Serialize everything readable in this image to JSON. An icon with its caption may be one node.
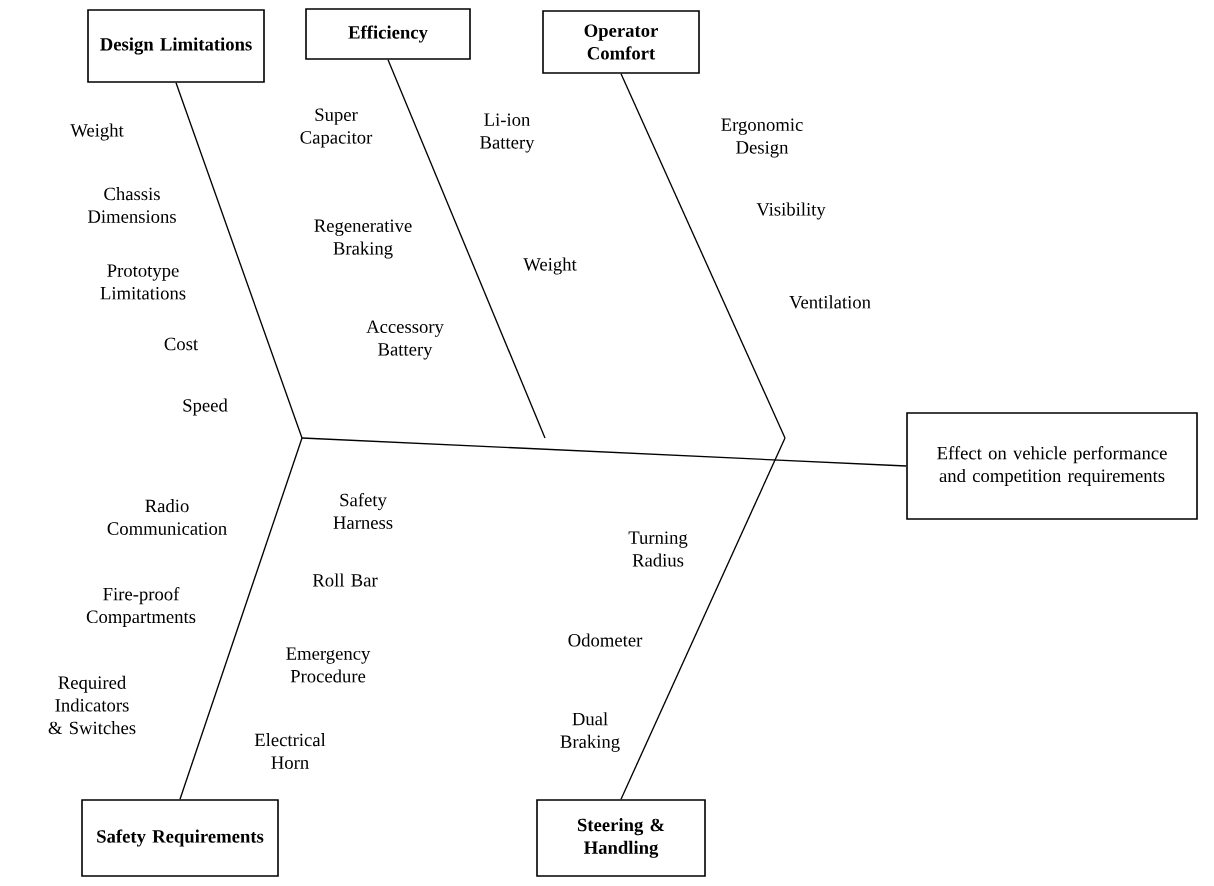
{
  "diagram": {
    "nodes": [
      {
        "text": [
          "Design Limitations"
        ]
      },
      {
        "text": [
          "Efficiency"
        ]
      },
      {
        "text": [
          "Operator Comfort"
        ]
      },
      {
        "text": [
          "Effect on vehicle performance and competition requirements"
        ]
      },
      {
        "text": [
          "Safety Requirements"
        ]
      },
      {
        "text": [
          "Steering & Handling"
        ]
      }
    ],
    "edges": [
      {
        "from": 0,
        "to": null,
        "arrow": "none"
      },
      {
        "from": 1,
        "to": null,
        "arrow": "none"
      },
      {
        "from": 2,
        "to": null,
        "arrow": "none"
      },
      {
        "from": null,
        "to": 3,
        "arrow": "none"
      },
      {
        "from": 4,
        "to": null,
        "arrow": "none"
      },
      {
        "from": 5,
        "to": null,
        "arrow": "none"
      }
    ],
    "labels": [
      "Weight",
      "Super Capacitor",
      "Li-ion Battery",
      "Ergonomic Design",
      "Chassis Dimensions",
      "Visibility",
      "Regenerative Braking",
      "Weight",
      "Prototype Limitations",
      "Ventilation",
      "Accessory Battery",
      "Cost",
      "Speed",
      "Safety Harness",
      "Radio Communication",
      "Turning Radius",
      "Roll Bar",
      "Fire-proof Compartments",
      "Odometer",
      "Emergency Procedure",
      "Required Indicators & Switches",
      "Dual Braking",
      "Electrical Horn"
    ]
  }
}
